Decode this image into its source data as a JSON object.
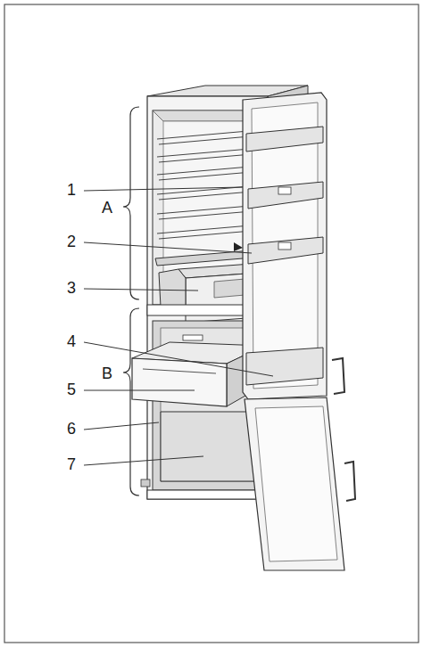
{
  "diagram": {
    "labels": [
      "1",
      "A",
      "2",
      "3",
      "4",
      "B",
      "5",
      "6",
      "7"
    ]
  }
}
